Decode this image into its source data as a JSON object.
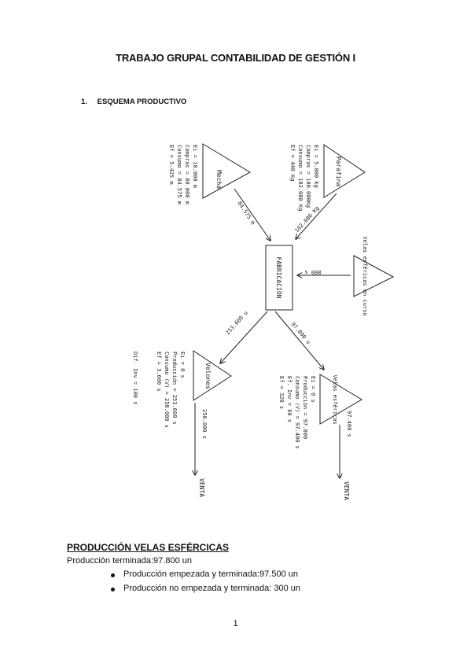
{
  "document": {
    "title": "TRABAJO GRUPAL CONTABILIDAD DE GESTIÓN I",
    "section": {
      "number": "1.",
      "label": "ESQUEMA PRODUCTIVO"
    },
    "page_number": "1"
  },
  "diagram": {
    "nodes": {
      "mecha": {
        "label": "Mecha",
        "lines": [
          "Ei = 10.000 m",
          "Compras = 80.000 m",
          "Consumo = 84.575 m",
          "Ef = 5.425 m"
        ]
      },
      "parafina": {
        "label": "Parafina",
        "lines": [
          "Ei = 5.000 Kg",
          "Compras = 100.000Kg",
          "Consumo = 102.080 Kg",
          "Ef = 440 Kg"
        ]
      },
      "fabricacion": {
        "label": "FABRICACIÓN"
      },
      "velas_esfericas_in_curso": {
        "label": "Velas esféricas en curso"
      },
      "velones": {
        "label": "Velones",
        "lines": [
          "Ei = 0 s",
          "Producción = 253.600 s",
          "Consumo (V) = 250.000 s",
          "Ef = 3.600 s",
          "Dif. Inv = 100 s"
        ]
      },
      "velas_esfericas": {
        "label": "Velas esféricas",
        "lines": [
          "Ei = 0 s",
          "Producción = 97.800",
          "Consumo (V) = 97.400 s",
          "Ef. Inv = 80 s",
          "Ef = 320 s"
        ]
      },
      "venta_1": {
        "label": "VENTA"
      },
      "venta_2": {
        "label": "VENTA"
      }
    },
    "flows": {
      "mecha_to_fab": "84.575 m",
      "parafina_to_fab": "102.080 Kg",
      "curso_to_fab": "800 s",
      "fab_to_velones": "253.600 u",
      "fab_to_esfericas": "97.800 u",
      "velones_to_venta": "250.000 s",
      "esfericas_to_venta": "97.400 s"
    }
  },
  "produccion": {
    "heading": "PRODUCCIÓN VELAS ESFÉRCICAS",
    "line": "Producción terminada:97.800 un",
    "bullets": [
      "Producción empezada y terminada:97.500 un",
      "Producción no empezada y terminada: 300 un"
    ]
  }
}
